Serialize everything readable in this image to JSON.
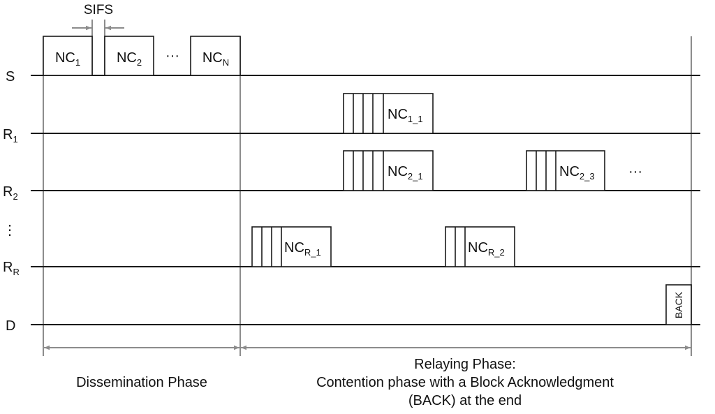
{
  "sifs": "SIFS",
  "rows": {
    "s": "S",
    "r1": {
      "base": "R",
      "sub": "1"
    },
    "r2": {
      "base": "R",
      "sub": "2"
    },
    "vdots": "⋮",
    "rr": {
      "base": "R",
      "sub": "R"
    },
    "d": "D"
  },
  "dissemination": {
    "nc1": {
      "base": "NC",
      "sub": "1"
    },
    "nc2": {
      "base": "NC",
      "sub": "2"
    },
    "dots": "···",
    "ncn": {
      "base": "NC",
      "sub": "N"
    }
  },
  "relaying": {
    "nc1_1": {
      "base": "NC",
      "sub": "1_1"
    },
    "nc2_1": {
      "base": "NC",
      "sub": "2_1"
    },
    "nc2_3": {
      "base": "NC",
      "sub": "2_3"
    },
    "r2_dots": "···",
    "ncr_1": {
      "base": "NC",
      "sub": "R_1"
    },
    "ncr_2": {
      "base": "NC",
      "sub": "R_2"
    },
    "back": "BACK"
  },
  "phases": {
    "dissemination": "Dissemination Phase",
    "relaying_line1": "Relaying Phase:",
    "relaying_line2": "Contention phase with a Block Acknowledgment",
    "relaying_line3": "(BACK) at the end"
  }
}
